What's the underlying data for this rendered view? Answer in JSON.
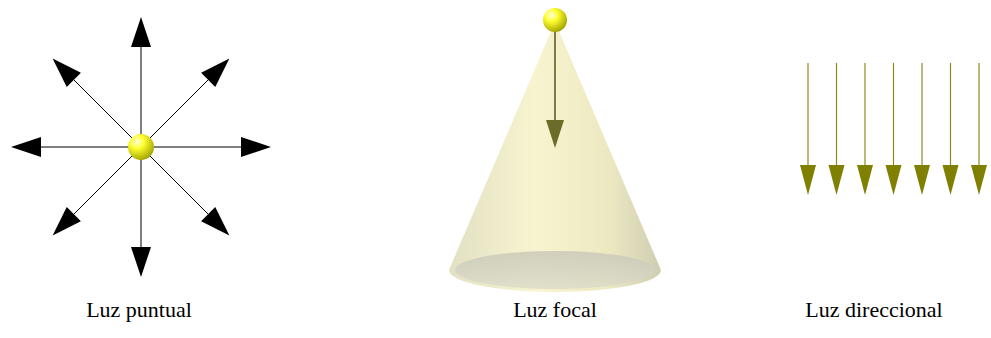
{
  "diagram": {
    "labels": [
      "Luz puntual",
      "Luz focal",
      "Luz direccional"
    ]
  }
}
